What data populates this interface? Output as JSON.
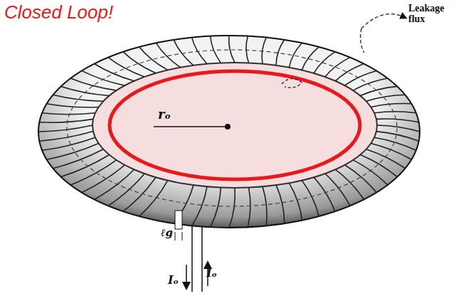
{
  "diagram": {
    "labels": [
      "Closed Loop!",
      "Leakage flux",
      "rₒ",
      "ℓg",
      "Iₒ",
      "Iₒ"
    ]
  }
}
